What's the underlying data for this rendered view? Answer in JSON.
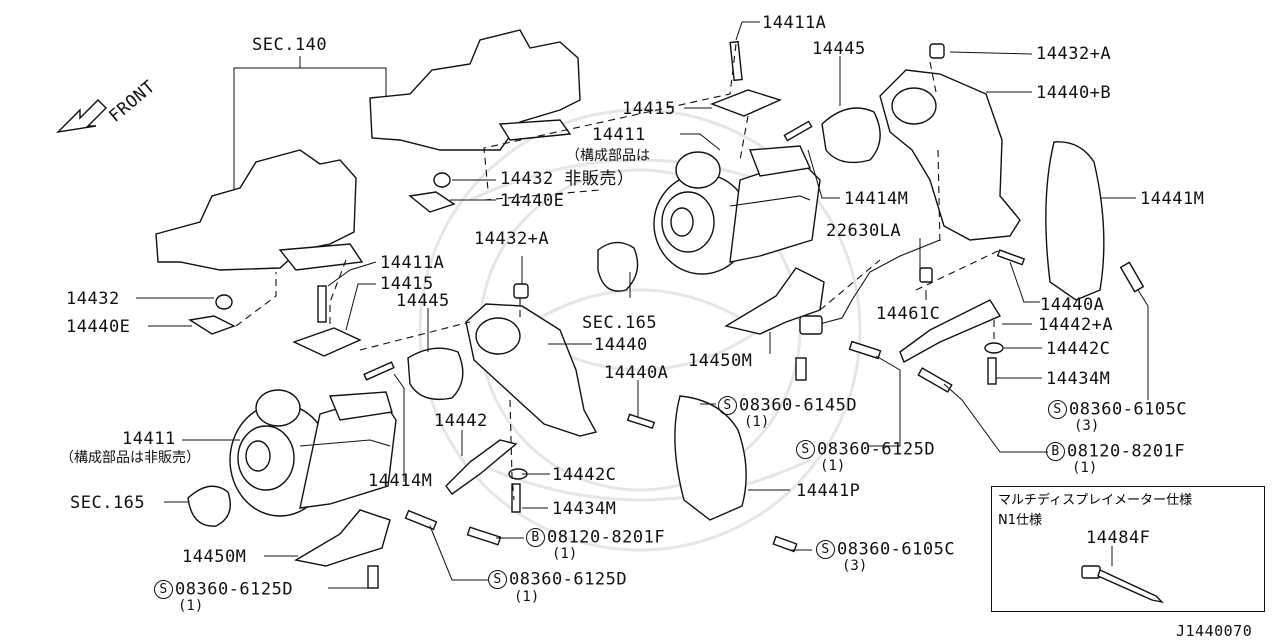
{
  "diagram_id": "J1440070",
  "direction_label": "FRONT",
  "labels": {
    "sec140": "SEC.140",
    "p14411A_top": "14411A",
    "p14445_top": "14445",
    "p14432A_top": "14432+A",
    "p14440B": "14440+B",
    "p14415_top": "14415",
    "p14411_top": "14411",
    "p14411_top_note": "（構成部品は",
    "p14432_nosale": "14432 非販売）",
    "p14440E_top": "14440E",
    "p14414M_top": "14414M",
    "p14441M": "14441M",
    "p22630LA": "22630LA",
    "p14432A_mid": "14432+A",
    "p14411A_mid": "14411A",
    "p14415_mid": "14415",
    "p14445_mid": "14445",
    "p14432_left": "14432",
    "p14440E_left": "14440E",
    "sec165_top": "SEC.165",
    "p14440": "14440",
    "p14450M_top": "14450M",
    "p14440A_mid": "14440A",
    "p14461C": "14461C",
    "p14440A_right": "14440A",
    "p14442A": "14442+A",
    "p14442C_right": "14442C",
    "p14434M_right": "14434M",
    "bolt_6145D": "08360-6145D",
    "bolt_6145D_qty": "(1)",
    "bolt_6105C_right": "08360-6105C",
    "bolt_6105C_right_qty": "(3)",
    "p14411_left": "14411",
    "p14411_left_note": "（構成部品は非販売）",
    "p14442": "14442",
    "bolt_6125D_mid": "08360-6125D",
    "bolt_6125D_mid_qty": "(1)",
    "bolt_8201F_right": "08120-8201F",
    "bolt_8201F_right_qty": "(1)",
    "p14414M_left": "14414M",
    "p14442C_mid": "14442C",
    "p14441P": "14441P",
    "sec165_left": "SEC.165",
    "p14434M_mid": "14434M",
    "bolt_8201F_mid": "08120-8201F",
    "bolt_8201F_mid_qty": "(1)",
    "bolt_6105C_mid": "08360-6105C",
    "bolt_6105C_mid_qty": "(3)",
    "p14450M_left": "14450M",
    "bolt_6125D_bot": "08360-6125D",
    "bolt_6125D_bot_qty": "(1)",
    "bolt_6125D_left": "08360-6125D",
    "bolt_6125D_left_qty": "(1)",
    "sym_S": "S",
    "sym_B": "B"
  },
  "inset": {
    "title": "マルチディスプレイメーター仕様",
    "subtitle": "N1仕様",
    "part": "14484F"
  }
}
